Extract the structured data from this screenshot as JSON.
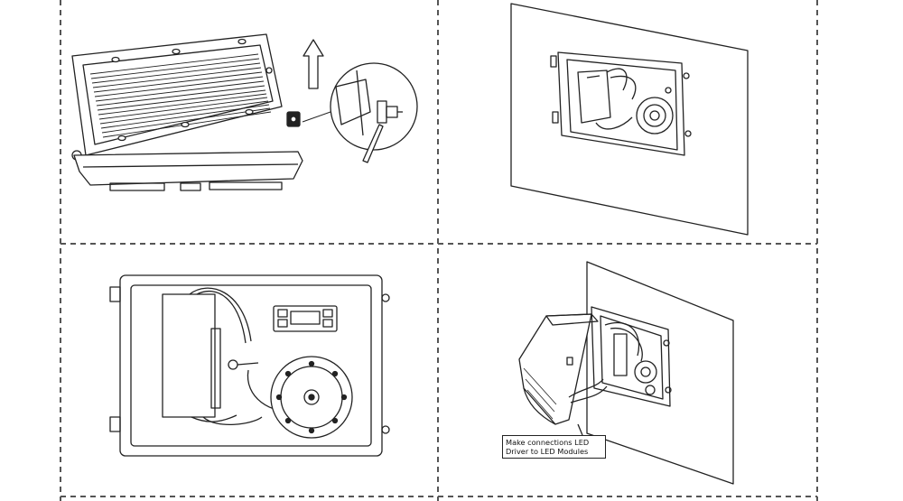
{
  "panels": [
    {
      "id": "top-left",
      "subject": "fixture-housing-open"
    },
    {
      "id": "top-right",
      "subject": "backplate-mounted-on-wall"
    },
    {
      "id": "bottom-left",
      "subject": "backplate-interior"
    },
    {
      "id": "bottom-right",
      "subject": "wiring-connection"
    }
  ],
  "callout": {
    "line1": "Make connections LED",
    "line2": "Driver to LED Modules"
  },
  "colors": {
    "line": "#222222",
    "divider": "#555555",
    "background": "#ffffff"
  }
}
